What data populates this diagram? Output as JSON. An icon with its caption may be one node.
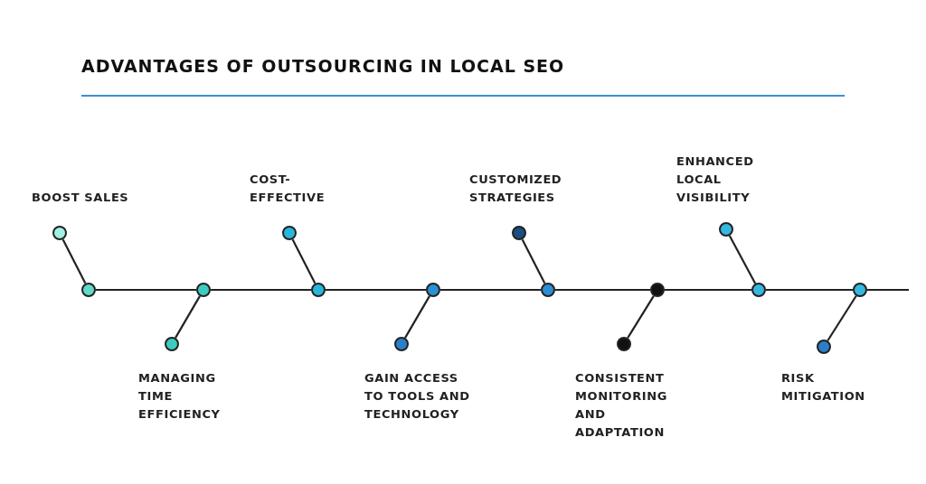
{
  "diagram": {
    "title": "ADVANTAGES OF OUTSOURCING IN LOCAL SEO",
    "nodes": [
      {
        "text": [],
        "shape": "circle"
      },
      {
        "text": [],
        "shape": "circle",
        "beside": [
          "BOOST SALES"
        ]
      },
      {
        "text": [],
        "shape": "circle"
      },
      {
        "text": [],
        "shape": "circle",
        "beside": [
          "MANAGING TIME EFFICIENCY"
        ]
      },
      {
        "text": [],
        "shape": "circle"
      },
      {
        "text": [],
        "shape": "circle",
        "beside": [
          "COST-EFFECTIVE"
        ]
      },
      {
        "text": [],
        "shape": "circle"
      },
      {
        "text": [],
        "shape": "circle",
        "beside": [
          "GAIN ACCESS TO TOOLS AND TECHNOLOGY"
        ]
      },
      {
        "text": [],
        "shape": "circle"
      },
      {
        "text": [],
        "shape": "circle",
        "beside": [
          "CUSTOMIZED STRATEGIES"
        ]
      },
      {
        "text": [],
        "shape": "circle"
      },
      {
        "text": [],
        "shape": "circle",
        "beside": [
          "CONSISTENT MONITORING AND ADAPTATION"
        ]
      },
      {
        "text": [],
        "shape": "circle"
      },
      {
        "text": [],
        "shape": "circle",
        "beside": [
          "ENHANCED LOCAL VISIBILITY"
        ]
      },
      {
        "text": [],
        "shape": "circle"
      },
      {
        "text": [],
        "shape": "circle",
        "beside": [
          "RISK MITIGATION"
        ]
      }
    ],
    "edges": [
      {
        "from": 0,
        "to": 1,
        "arrow": "none"
      },
      {
        "from": 0,
        "to": 2,
        "arrow": "none"
      },
      {
        "from": 2,
        "to": 3,
        "arrow": "none"
      },
      {
        "from": 2,
        "to": 4,
        "arrow": "none"
      },
      {
        "from": 4,
        "to": 5,
        "arrow": "none"
      },
      {
        "from": 4,
        "to": 6,
        "arrow": "none"
      },
      {
        "from": 6,
        "to": 7,
        "arrow": "none"
      },
      {
        "from": 6,
        "to": 8,
        "arrow": "none"
      },
      {
        "from": 8,
        "to": 9,
        "arrow": "none"
      },
      {
        "from": 8,
        "to": 10,
        "arrow": "none"
      },
      {
        "from": 10,
        "to": 11,
        "arrow": "none"
      },
      {
        "from": 10,
        "to": 12,
        "arrow": "none"
      },
      {
        "from": 12,
        "to": 13,
        "arrow": "none"
      },
      {
        "from": 12,
        "to": 14,
        "arrow": "none"
      },
      {
        "from": 14,
        "to": 15,
        "arrow": "none"
      },
      {
        "from": 14,
        "to": null,
        "arrow": "none"
      }
    ]
  }
}
